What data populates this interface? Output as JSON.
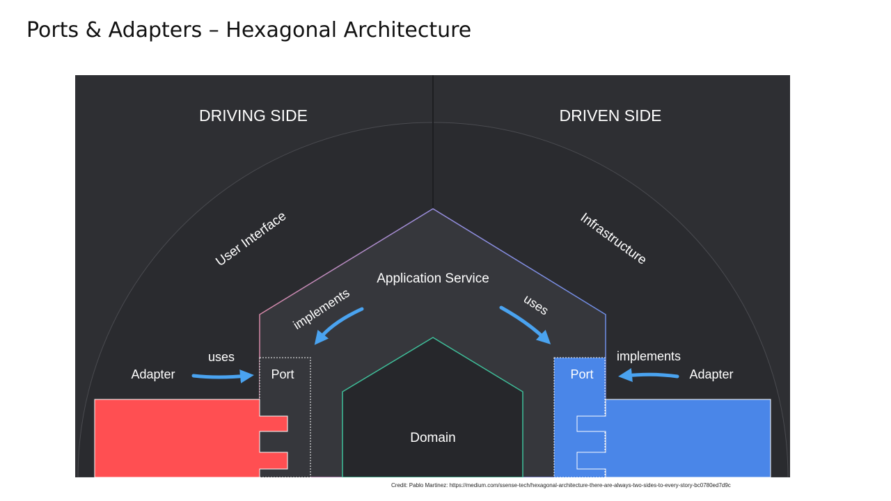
{
  "slide": {
    "title": "Ports & Adapters – Hexagonal Architecture",
    "credit_label": "Credit: Pablo Martinez:",
    "credit_url": "https://medium.com/ssense-tech/hexagonal-architecture-there-are-always-two-sides-to-every-story-bc0780ed7d9c"
  },
  "diagram": {
    "driving_side": "DRIVING SIDE",
    "driven_side": "DRIVEN SIDE",
    "user_interface": "User Interface",
    "infrastructure": "Infrastructure",
    "application_service": "Application Service",
    "domain": "Domain",
    "left": {
      "implements": "implements",
      "uses": "uses",
      "adapter": "Adapter",
      "port": "Port"
    },
    "right": {
      "uses": "uses",
      "implements": "implements",
      "adapter": "Adapter",
      "port": "Port"
    }
  },
  "colors": {
    "background": "#2e2f33",
    "outer_semicircle": "#2a2b2f",
    "hexagon_fill": "#36373c",
    "domain_fill": "#26272b",
    "left_adapter": "#ff4f52",
    "right_adapter": "#4a86e8",
    "arrow": "#4aa3f0",
    "domain_stroke": "#3fbf9a",
    "hex_stroke_left": "#d889a8",
    "hex_stroke_right": "#6f8fe8"
  }
}
